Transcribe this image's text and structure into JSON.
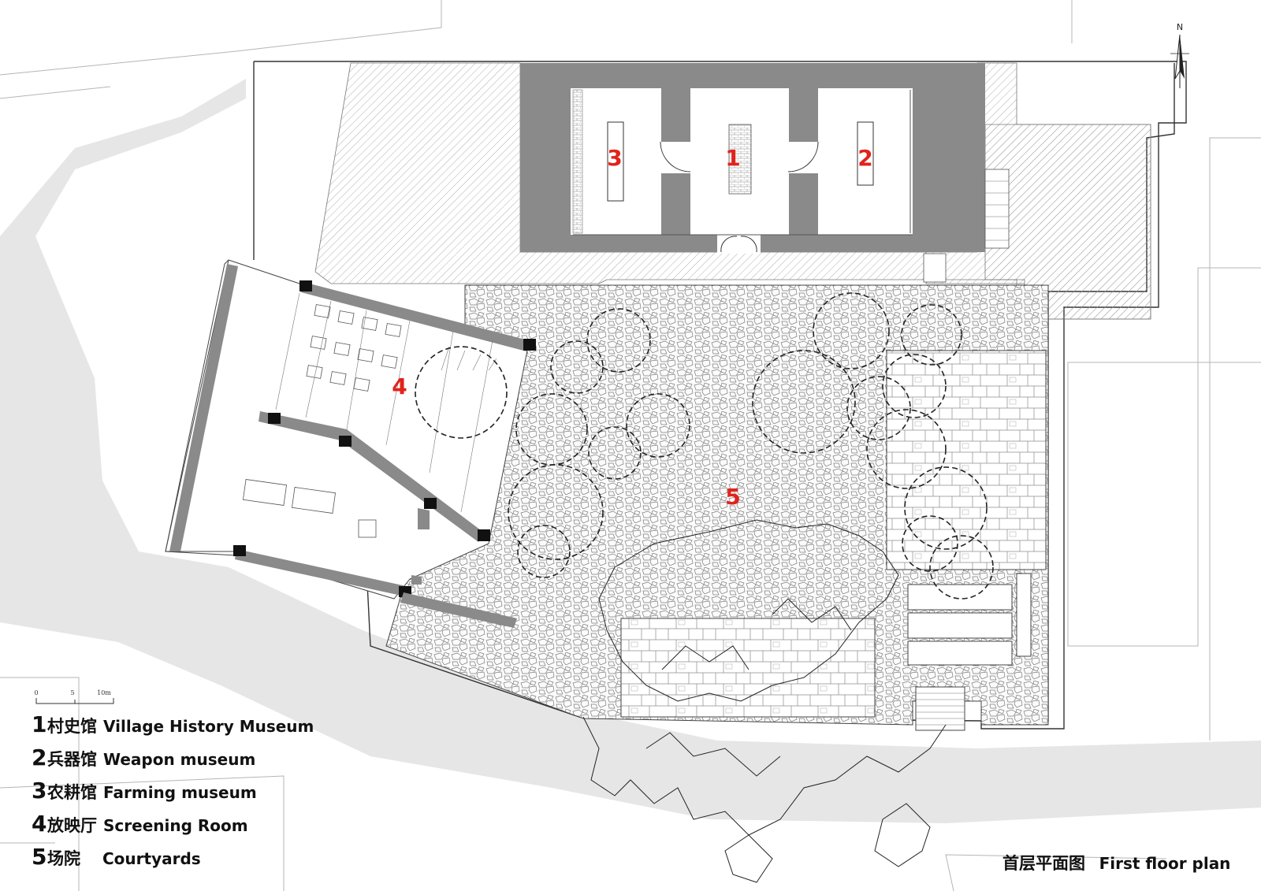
{
  "room_labels": [
    "1",
    "2",
    "3",
    "4",
    "5"
  ],
  "north_label": "N",
  "scale_bar": {
    "ticks": [
      "0",
      "5",
      "10m"
    ]
  },
  "legend": [
    {
      "num": "1",
      "cn": "村史馆",
      "en": "Village History Museum"
    },
    {
      "num": "2",
      "cn": "兵器馆",
      "en": "Weapon museum"
    },
    {
      "num": "3",
      "cn": "农耕馆",
      "en": "Farming museum"
    },
    {
      "num": "4",
      "cn": "放映厅",
      "en": "Screening Room"
    },
    {
      "num": "5",
      "cn": "场院",
      "en": "Courtyards"
    }
  ],
  "plan_title": {
    "cn": "首层平面图",
    "en": "First floor plan"
  },
  "colors": {
    "wall": "#8a8a8a",
    "road": "#e6e6e6",
    "label_red": "#e0231c",
    "line": "#333333"
  },
  "icons": [
    "north-arrow-icon",
    "scale-bar-icon"
  ]
}
